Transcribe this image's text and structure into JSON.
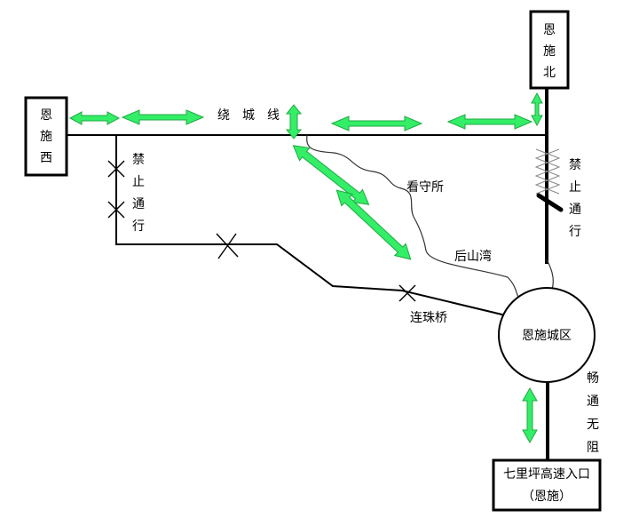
{
  "nodes": {
    "enshi_west": [
      "恩",
      "施",
      "西"
    ],
    "enshi_north": [
      "恩",
      "施",
      "北"
    ],
    "city_center": "恩施城区",
    "qiliping_entrance_line1": "七里坪高速入口",
    "qiliping_entrance_line2": "（恩施）"
  },
  "labels": {
    "ring_road": [
      "绕",
      "城",
      "线"
    ],
    "detention_center": "看守所",
    "houshanwan": "后山湾",
    "lianzhu_bridge": "连珠桥",
    "closed_west": [
      "禁",
      "止",
      "通",
      "行"
    ],
    "closed_east": [
      "禁",
      "止",
      "通",
      "行"
    ],
    "clear_south": [
      "畅",
      "通",
      "无",
      "阻"
    ]
  },
  "colors": {
    "arrow_fill": "#33ee66",
    "road": "#000000"
  }
}
